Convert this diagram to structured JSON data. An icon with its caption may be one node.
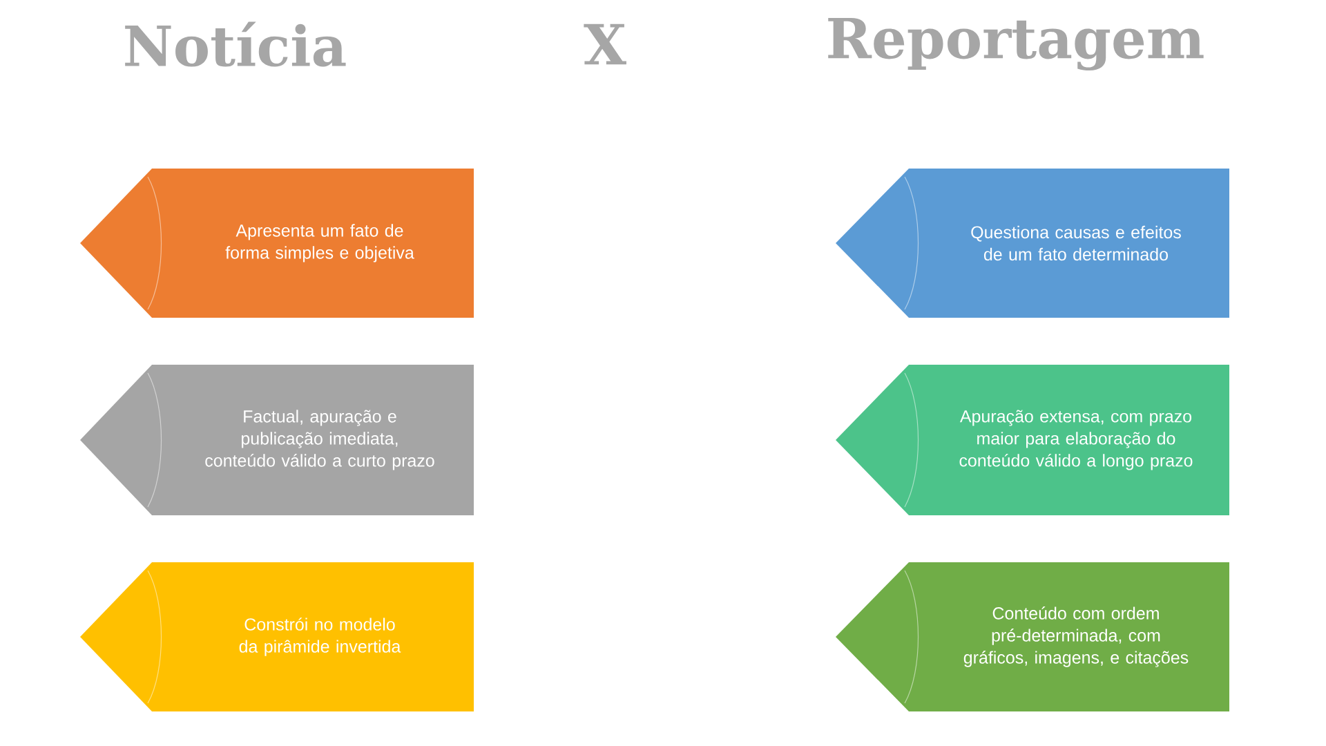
{
  "diagram": {
    "nodes": [
      {
        "text": [
          "Apresenta um fato de forma simples e objetiva"
        ]
      },
      {
        "text": [
          "Factual, apuração e publicação imediata, conteúdo válido a curto prazo"
        ]
      },
      {
        "text": [
          "Constrói no modelo da pirâmide invertida"
        ]
      },
      {
        "text": [
          "Questiona causas e efeitos de um fato determinado"
        ]
      },
      {
        "text": [
          "Apuração extensa, com prazo maior para elaboração do conteúdo válido a longo prazo"
        ]
      },
      {
        "text": [
          "Conteúdo com ordem pré-determinada, com gráficos, imagens, e citações"
        ]
      }
    ],
    "labels": [
      "Notícia",
      "X",
      "Reportagem"
    ]
  }
}
